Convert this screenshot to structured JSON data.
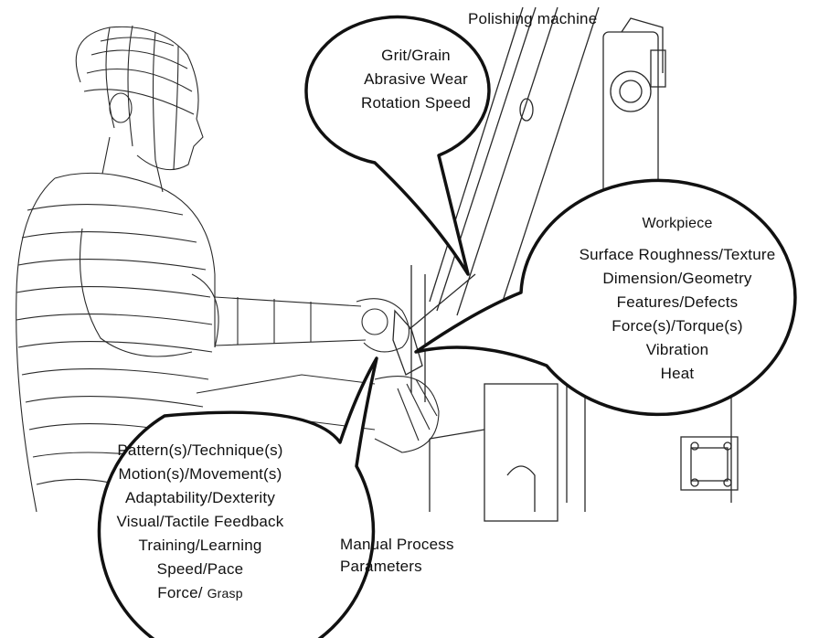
{
  "colors": {
    "ink": "#111111",
    "sketch": "#2a2a2a",
    "background": "#ffffff"
  },
  "labels": {
    "polishing_machine": "Polishing machine",
    "manual_process": [
      "Manual Process",
      "Parameters"
    ]
  },
  "machine_bubble": {
    "lines": [
      "Grit/Grain",
      "Abrasive Wear",
      "Rotation Speed"
    ]
  },
  "workpiece_bubble": {
    "title": "Workpiece",
    "lines": [
      "Surface Roughness/Texture",
      "Dimension/Geometry",
      "Features/Defects",
      "Force(s)/Torque(s)",
      "Vibration",
      "Heat"
    ]
  },
  "manual_bubble": {
    "lines": [
      "Pattern(s)/Technique(s)",
      "Motion(s)/Movement(s)",
      "Adaptability/Dexterity",
      "Visual/Tactile Feedback",
      "Training/Learning",
      "Speed/Pace"
    ],
    "last_line": {
      "main": "Force/ ",
      "small": "Grasp"
    }
  },
  "icons": [
    "mannequin-figure",
    "polishing-machine-sketch"
  ]
}
